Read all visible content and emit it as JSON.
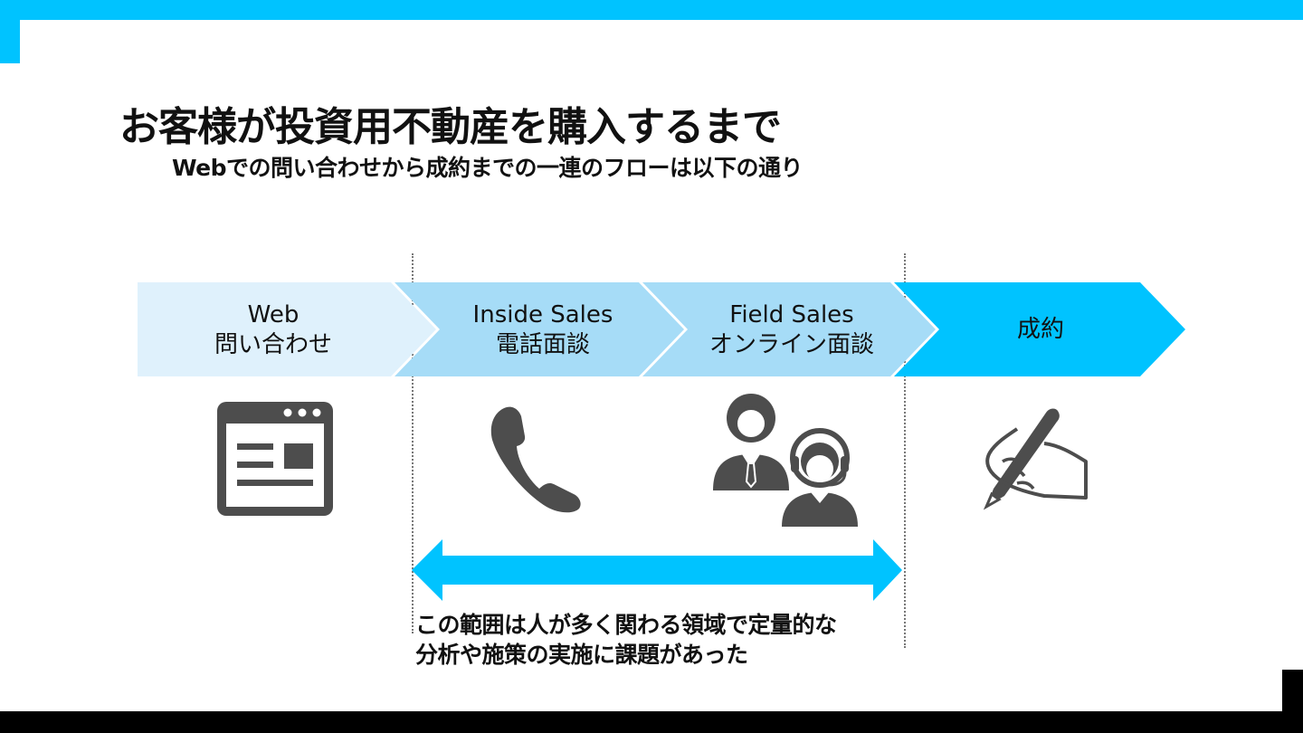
{
  "slide": {
    "title": "お客様が投資用不動産を購入するまで",
    "subtitle": "Webでの問い合わせから成約までの一連のフローは以下の通り",
    "colors": {
      "accent": "#00c3ff",
      "step1_fill": "#dff1fc",
      "step2_fill": "#a6dcf7",
      "step3_fill": "#a6dcf7",
      "step4_fill": "#00c3ff",
      "icon_gray": "#4d4d4d",
      "frame_black": "#000000"
    }
  },
  "flow": {
    "steps": [
      {
        "line1": "Web",
        "line2": "問い合わせ",
        "icon": "browser-window-icon"
      },
      {
        "line1": "Inside Sales",
        "line2": "電話面談",
        "icon": "phone-handset-icon"
      },
      {
        "line1": "Field Sales",
        "line2": "オンライン面談",
        "icon": "online-meeting-people-icon"
      },
      {
        "line1": "成約",
        "line2": "",
        "icon": "pen-signing-hand-icon"
      }
    ]
  },
  "range": {
    "icon": "double-headed-arrow-icon",
    "note_line1": "この範囲は人が多く関わる領域で定量的な",
    "note_line2": "分析や施策の実施に課題があった"
  }
}
